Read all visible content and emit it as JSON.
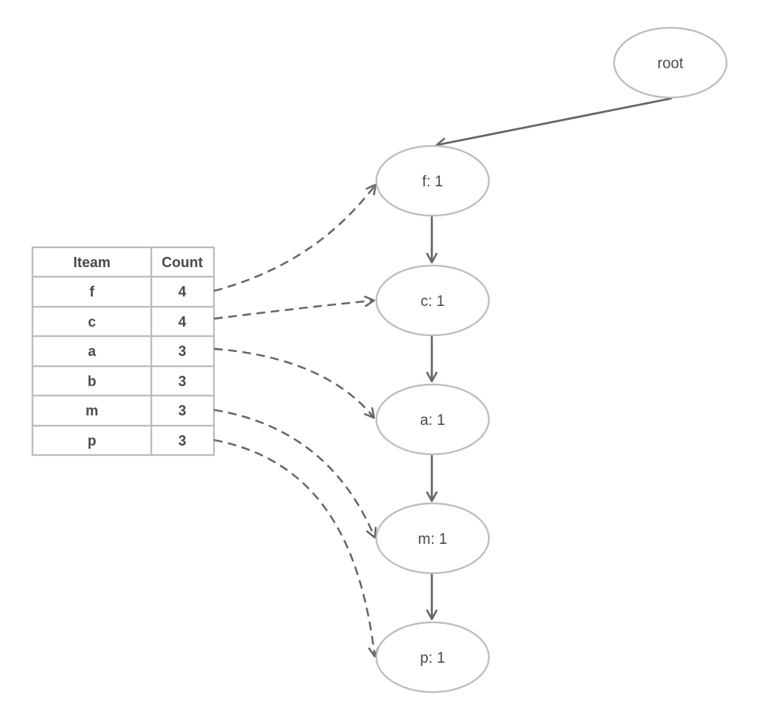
{
  "tree": {
    "root": {
      "label": "root"
    },
    "nodes": [
      {
        "id": "f",
        "label": "f: 1"
      },
      {
        "id": "c",
        "label": "c: 1"
      },
      {
        "id": "a",
        "label": "a: 1"
      },
      {
        "id": "m",
        "label": "m: 1"
      },
      {
        "id": "p",
        "label": "p: 1"
      }
    ]
  },
  "header_table": {
    "columns": [
      "Iteam",
      "Count"
    ],
    "rows": [
      {
        "item": "f",
        "count": "4"
      },
      {
        "item": "c",
        "count": "4"
      },
      {
        "item": "a",
        "count": "3"
      },
      {
        "item": "b",
        "count": "3"
      },
      {
        "item": "m",
        "count": "3"
      },
      {
        "item": "p",
        "count": "3"
      }
    ]
  },
  "links": [
    {
      "from": "f",
      "to": "f"
    },
    {
      "from": "c",
      "to": "c"
    },
    {
      "from": "a",
      "to": "a"
    },
    {
      "from": "m",
      "to": "m"
    },
    {
      "from": "p",
      "to": "p"
    }
  ],
  "colors": {
    "node_stroke": "#bdbdbd",
    "edge": "#666666",
    "text": "#4a4a4a"
  }
}
